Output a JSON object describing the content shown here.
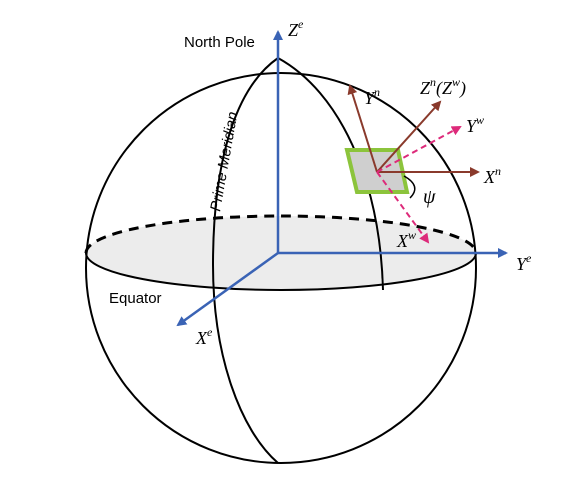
{
  "labels": {
    "north_pole": "North Pole",
    "prime_meridian": "Prime Meridian",
    "equator": "Equator",
    "psi": "ψ"
  },
  "axes": {
    "ze": {
      "base": "Z",
      "sup": "e"
    },
    "ye": {
      "base": "Y",
      "sup": "e"
    },
    "xe": {
      "base": "X",
      "sup": "e"
    },
    "yn": {
      "base": "Y",
      "sup": "n"
    },
    "xn": {
      "base": "X",
      "sup": "n"
    },
    "zn_zw": {
      "base": "Z",
      "sup": "n",
      "paren_base": "Z",
      "paren_sup": "w"
    },
    "yw": {
      "base": "Y",
      "sup": "w"
    },
    "xw": {
      "base": "X",
      "sup": "w"
    }
  },
  "colors": {
    "earth_axes": "#3a63b5",
    "local_frame": "#8a3a2c",
    "world_frame": "#dd2a7a",
    "plane_fill": "#cfcfcf",
    "plane_stroke": "#8cc43c",
    "equator_fill": "#ececec"
  }
}
